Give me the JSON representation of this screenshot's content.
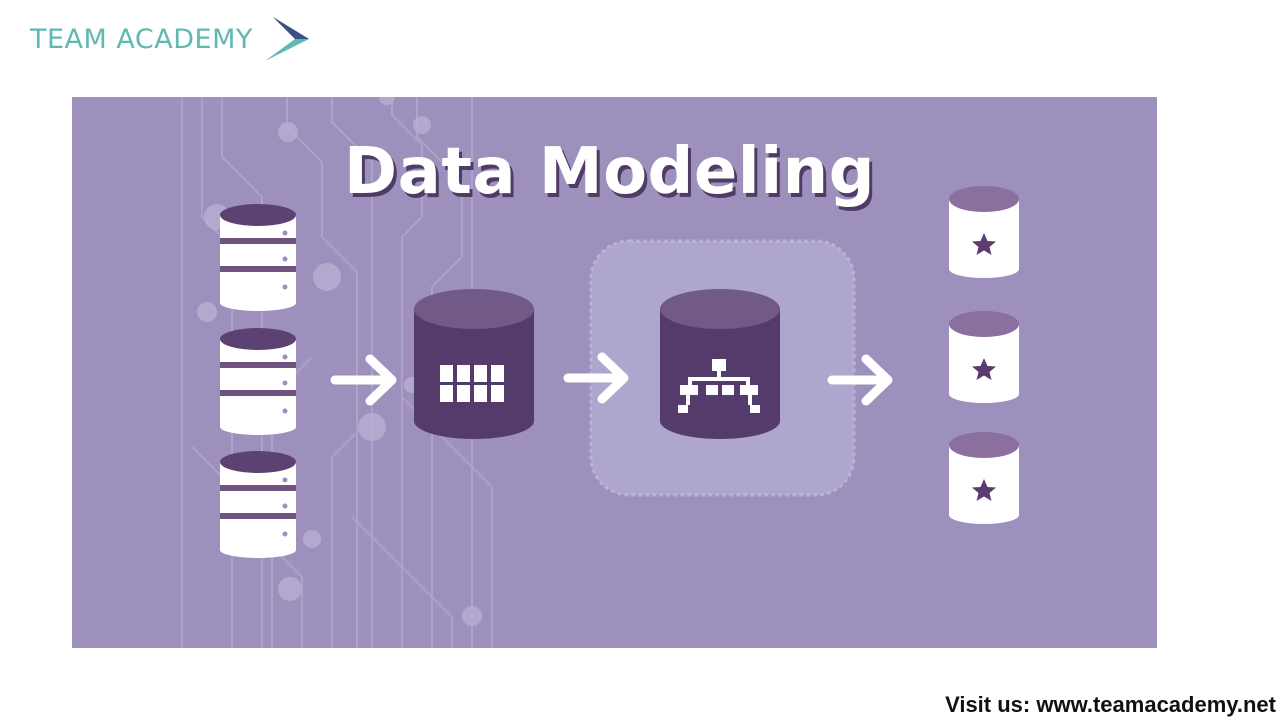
{
  "brand": {
    "name": "TEAM ACADEMY",
    "logo_icon": "chevron-arrow-icon",
    "color": "#5fb9b1"
  },
  "banner": {
    "title": "Data Modeling",
    "background": "#9d90bd",
    "accent_dark": "#543b6b",
    "icons": [
      "source-database-icon",
      "source-database-icon",
      "source-database-icon",
      "arrow-right-icon",
      "table-database-icon",
      "arrow-right-icon",
      "hierarchy-database-icon",
      "arrow-right-icon",
      "star-database-icon",
      "star-database-icon",
      "star-database-icon"
    ]
  },
  "footer": {
    "visit_text": "Visit us: www.teamacademy.net"
  }
}
